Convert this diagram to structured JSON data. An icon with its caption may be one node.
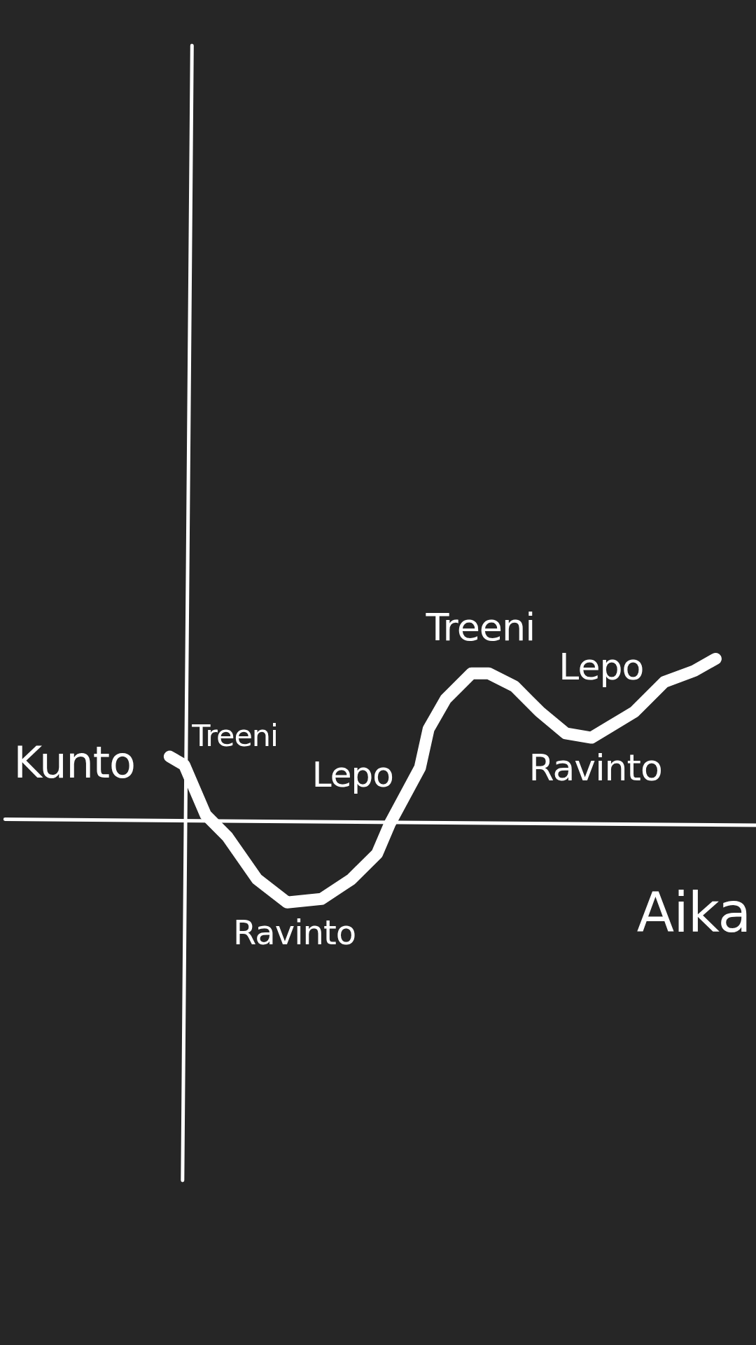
{
  "diagram": {
    "labels": [
      "Treeni",
      "Lepo",
      "Treeni",
      "Kunto",
      "Ravinto",
      "Lepo",
      "Ravinto",
      "Aika"
    ]
  }
}
